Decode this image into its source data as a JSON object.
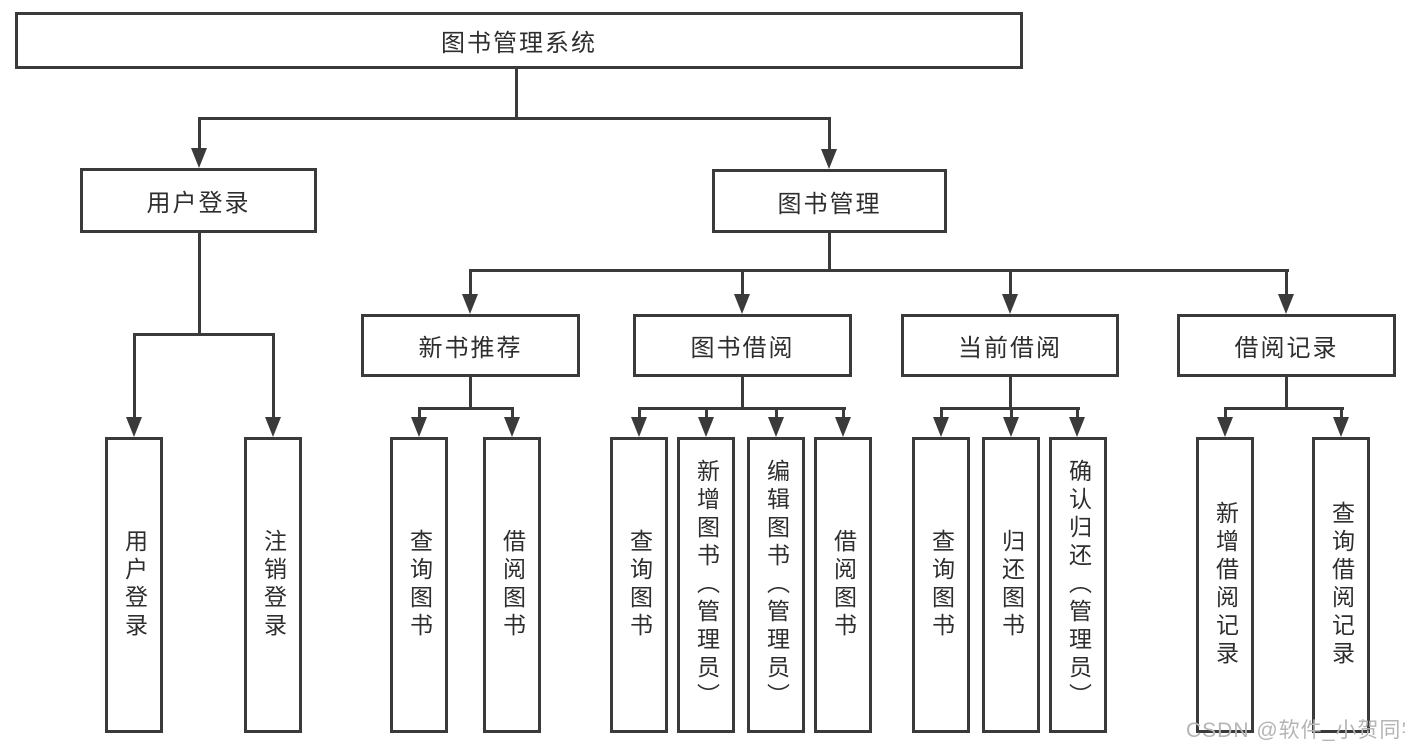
{
  "diagram_title": "图书管理系统",
  "colors": {
    "line": "#3a3a3a",
    "box_border": "#3a3a3a",
    "box_fill": "#ffffff",
    "text": "#2e2e2e",
    "background": "#ffffff",
    "watermark": "#b5b5b5"
  },
  "tree": {
    "label": "图书管理系统",
    "children": [
      {
        "label": "用户登录",
        "children": [
          {
            "label": "用户登录"
          },
          {
            "label": "注销登录"
          }
        ]
      },
      {
        "label": "图书管理",
        "children": [
          {
            "label": "新书推荐",
            "children": [
              {
                "label": "查询图书"
              },
              {
                "label": "借阅图书"
              }
            ]
          },
          {
            "label": "图书借阅",
            "children": [
              {
                "label": "查询图书"
              },
              {
                "label": "新增图书（管理员）"
              },
              {
                "label": "编辑图书（管理员）"
              },
              {
                "label": "借阅图书"
              }
            ]
          },
          {
            "label": "当前借阅",
            "children": [
              {
                "label": "查询图书"
              },
              {
                "label": "归还图书"
              },
              {
                "label": "确认归还（管理员）"
              }
            ]
          },
          {
            "label": "借阅记录",
            "children": [
              {
                "label": "新增借阅记录"
              },
              {
                "label": "查询借阅记录"
              }
            ]
          }
        ]
      }
    ]
  },
  "watermark": {
    "text": "CSDN @软件_小贺同学"
  }
}
